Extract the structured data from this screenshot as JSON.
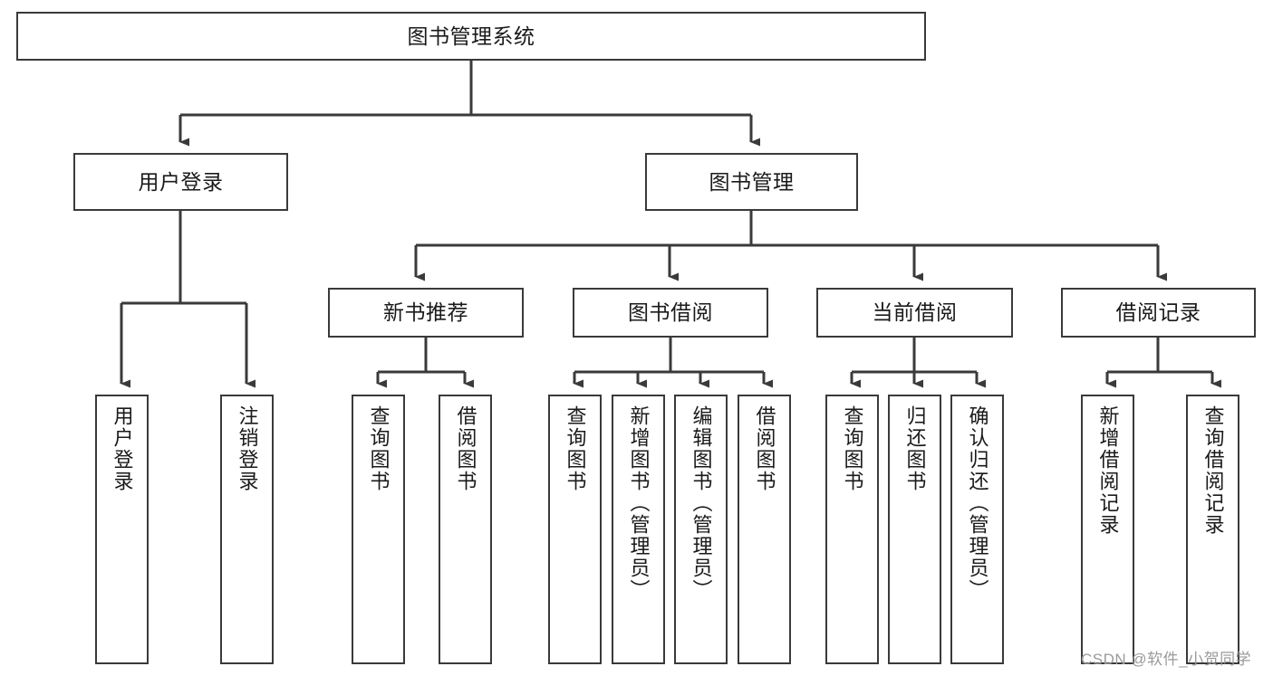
{
  "diagram": {
    "type": "tree-hierarchy",
    "title": "图书管理系统",
    "watermark": "CSDN @软件_小贺同学",
    "colors": {
      "node_border": "#3a3a3a",
      "node_fill": "#ffffff",
      "connector": "#3a3a3a",
      "text": "#1a1a1a",
      "watermark": "#9a9a9a",
      "background": "#ffffff"
    },
    "levels": {
      "root": {
        "label": "图书管理系统"
      },
      "level2": [
        {
          "label": "用户登录"
        },
        {
          "label": "图书管理"
        }
      ],
      "level3": [
        {
          "label": "新书推荐"
        },
        {
          "label": "图书借阅"
        },
        {
          "label": "当前借阅"
        },
        {
          "label": "借阅记录"
        }
      ],
      "leaves": [
        {
          "label": "用户登录",
          "parent": "用户登录"
        },
        {
          "label": "注销登录",
          "parent": "用户登录"
        },
        {
          "label": "查询图书",
          "parent": "新书推荐"
        },
        {
          "label": "借阅图书",
          "parent": "新书推荐"
        },
        {
          "label": "查询图书",
          "parent": "图书借阅"
        },
        {
          "label": "新增图书（管理员）",
          "parent": "图书借阅"
        },
        {
          "label": "编辑图书（管理员）",
          "parent": "图书借阅"
        },
        {
          "label": "借阅图书",
          "parent": "图书借阅"
        },
        {
          "label": "查询图书",
          "parent": "当前借阅"
        },
        {
          "label": "归还图书",
          "parent": "当前借阅"
        },
        {
          "label": "确认归还（管理员）",
          "parent": "当前借阅"
        },
        {
          "label": "新增借阅记录",
          "parent": "借阅记录"
        },
        {
          "label": "查询借阅记录",
          "parent": "借阅记录"
        }
      ]
    }
  }
}
